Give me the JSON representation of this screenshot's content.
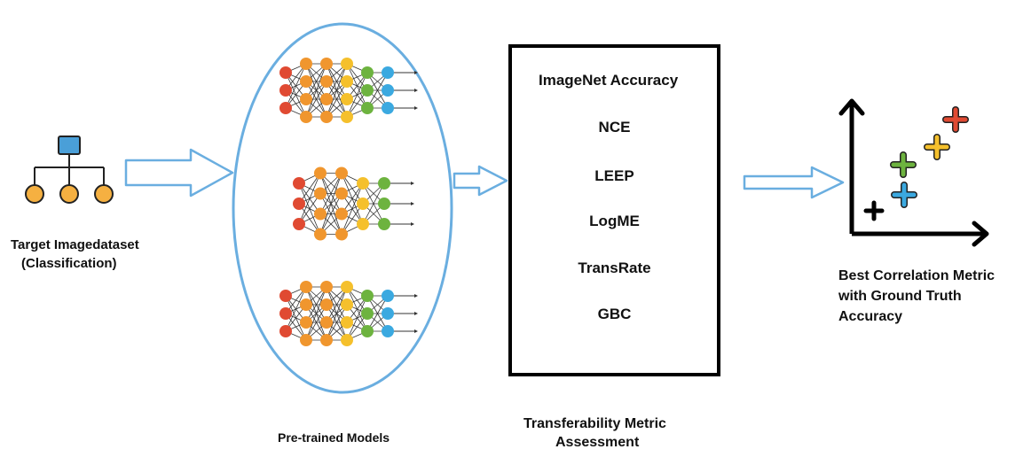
{
  "dataset": {
    "label_line1": "Target Imagedataset",
    "label_line2": "(Classification)"
  },
  "models": {
    "label": "Pre-trained Models"
  },
  "assessment": {
    "metrics": [
      "ImageNet Accuracy",
      "NCE",
      "LEEP",
      "LogME",
      "TransRate",
      "GBC"
    ],
    "label_line1": "Transferability Metric",
    "label_line2": "Assessment"
  },
  "result": {
    "label_line1": "Best Correlation Metric",
    "label_line2": "with Ground Truth",
    "label_line3": "Accuracy"
  },
  "colors": {
    "ellipse": "#6aaee0",
    "arrow_outline": "#6aaee0",
    "node_red": "#e04a32",
    "node_orange": "#f0962e",
    "node_yellow": "#f5c02c",
    "node_green": "#6db33f",
    "node_blue": "#3ba9e0",
    "dataset_blue": "#4a9fd8",
    "dataset_orange": "#f5b041"
  }
}
